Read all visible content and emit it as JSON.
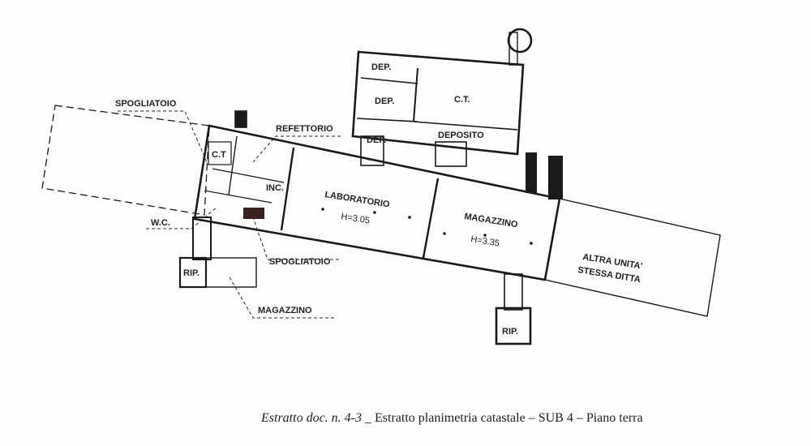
{
  "labels": {
    "spogliatoio_top": "SPOGLIATOIO",
    "refettorio": "REFETTORIO",
    "ct_small": "C.T",
    "inc": "INC.",
    "wc": "W.C.",
    "spogliatoio_bottom": "SPOGLIATOIO",
    "rip": "RIP.",
    "magazzino_small": "MAGAZZINO",
    "laboratorio": "LABORATORIO",
    "laboratorio_h": "H=3.05",
    "magazzino": "MAGAZZINO",
    "magazzino_h": "H=3.35",
    "altra_unita_1": "ALTRA UNITA'",
    "altra_unita_2": "STESSA DITTA",
    "dep_top": "DEP.",
    "dep_mid": "DEP.",
    "dep_bottom": "DEP.",
    "ct_large": "C.T.",
    "deposito": "DEPOSITO",
    "rip_bottom": "RIP."
  },
  "caption": {
    "reference": "Estratto doc. n. 4-3",
    "text": " _ Estratto planimetria catastale – SUB 4 – Piano terra"
  }
}
